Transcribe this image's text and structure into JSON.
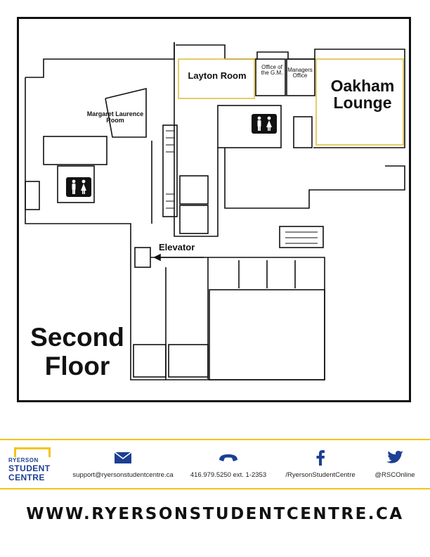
{
  "map": {
    "floor_title_line1": "Second",
    "floor_title_line2": "Floor",
    "rooms": {
      "layton": "Layton Room",
      "office_gm_line1": "Office of",
      "office_gm_line2": "the G.M.",
      "managers_line1": "Managers",
      "managers_line2": "Office",
      "oakham_line1": "Oakham",
      "oakham_line2": "Lounge",
      "margaret_line1": "Margaret Laurence",
      "margaret_line2": "Room"
    },
    "elevator_label": "Elevator",
    "icons": [
      "restroom-icon",
      "restroom-icon",
      "arrow-left-icon"
    ]
  },
  "footer": {
    "logo_line1": "RYERSON",
    "logo_line2": "STUDENT",
    "logo_line3": "CENTRE",
    "email": "support@ryersonstudentcentre.ca",
    "phone": "416.979.5250 ext. 1-2353",
    "facebook": "/RyersonStudentCentre",
    "twitter": "@RSCOnline",
    "icons": [
      "envelope-icon",
      "phone-icon",
      "facebook-icon",
      "twitter-icon"
    ],
    "accent_color": "#f2c417",
    "brand_color": "#1c3f94"
  },
  "website": "WWW.RYERSONSTUDENTCENTRE.CA"
}
